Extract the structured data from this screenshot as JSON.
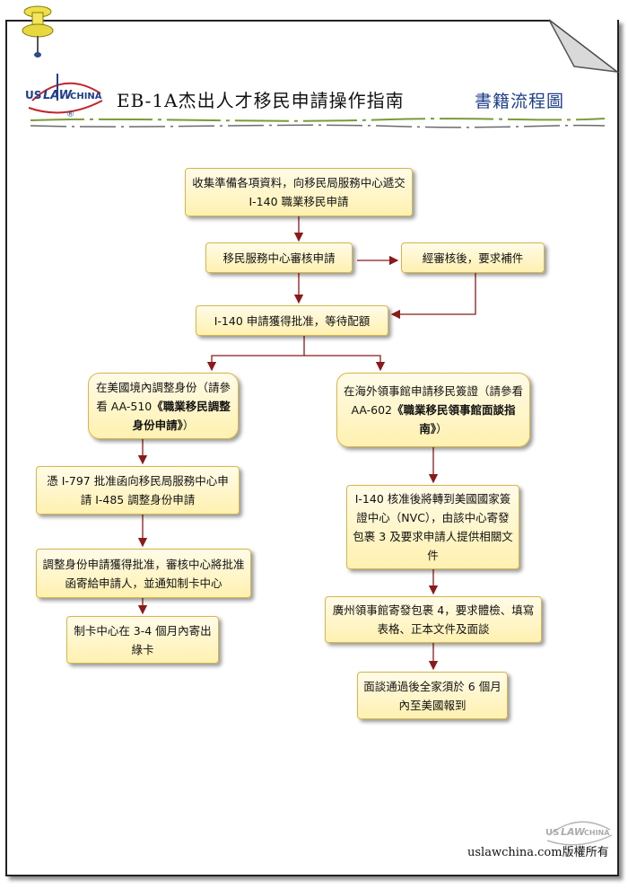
{
  "header": {
    "title": "EB-1A杰出人才移民申請操作指南",
    "subtitle": "書籍流程圖",
    "logo_text": "US LAW CHINA",
    "logo_mark": "®"
  },
  "steps": {
    "s1": "收集準備各項資料，向移民局服務中心遞交 I-140 職業移民申請",
    "s2": "移民服務中心審核申請",
    "s3": "經審核後，要求補件",
    "s4": "I-140 申請獲得批准，等待配額",
    "s5a": "在美國境內調整身份（請參看 AA-510",
    "s5b": "《職業移民調整身份申請》",
    "s5c": "）",
    "s6a": "在海外領事館申請移民簽證（請參看 AA-602",
    "s6b": "《職業移民領事館面談指南》",
    "s6c": "）",
    "s7": "憑 I-797 批准函向移民局服務中心申請 I-485 調整身份申請",
    "s8": "調整身份申請獲得批准，審核中心將批准函寄給申請人，並通知制卡中心",
    "s9": "制卡中心在 3-4 個月內寄出綠卡",
    "s10": "I-140 核准後將轉到美國國家簽證中心（NVC），由該中心寄發包裹 3 及要求申請人提供相關文件",
    "s11": "廣州領事館寄發包裹 4，要求體檢、填寫表格、正本文件及面談",
    "s12": "面談通過後全家須於 6 個月內至美國報到"
  },
  "footer": {
    "copyright": "uslawchina.com版權所有"
  },
  "colors": {
    "box_fill": "#fff3b8",
    "box_border": "#d8b64a",
    "arrow": "#8b1a1a",
    "title_accent": "#1f3f8a"
  }
}
